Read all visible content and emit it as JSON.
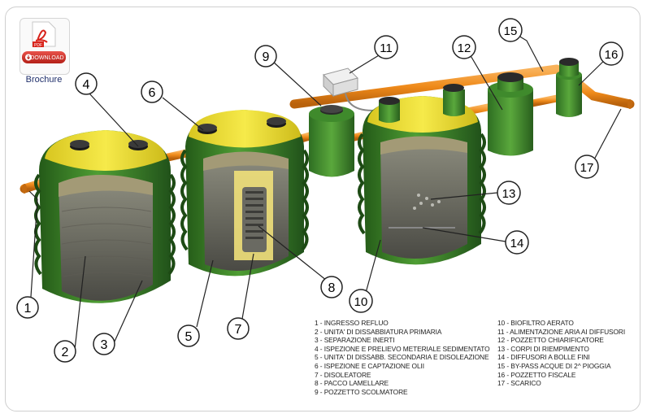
{
  "brochure": {
    "badge": "PDF",
    "button": "DOWNLOAD",
    "label": "Brochure"
  },
  "callouts": [
    "1",
    "2",
    "3",
    "4",
    "5",
    "6",
    "7",
    "8",
    "9",
    "10",
    "11",
    "12",
    "13",
    "14",
    "15",
    "16",
    "17"
  ],
  "legend_left": [
    "1 - INGRESSO REFLUO",
    "2 - UNITA' DI DISSABBIATURA PRIMARIA",
    "3 - SEPARAZIONE INERTI",
    "4 - ISPEZIONE E PRELIEVO METERIALE SEDIMENTATO",
    "5 - UNITA' DI DISSABB. SECONDARIA E DISOLEAZIONE",
    "6 - ISPEZIONE E CAPTAZIONE OLII",
    "7 - DISOLEATORE",
    "8 - PACCO LAMELLARE",
    "9 - POZZETTO SCOLMATORE"
  ],
  "legend_right": [
    "10 - BIOFILTRO AERATO",
    "11 - ALIMENTAZIONE ARIA AI DIFFUSORI",
    "12 - POZZETTO CHIARIFICATORE",
    "13 - CORPI DI RIEMPIMENTO",
    "14 - DIFFUSORI A BOLLE FINI",
    "15 - BY-PASS ACQUE DI 2^ PIOGGIA",
    "16 - POZZETTO FISCALE",
    "17 - SCARICO"
  ],
  "colors": {
    "pipe": "#f08a1c",
    "tank": "#3f8a2c",
    "lid": "#f2e23a",
    "callout_bg": "#ffffff"
  }
}
